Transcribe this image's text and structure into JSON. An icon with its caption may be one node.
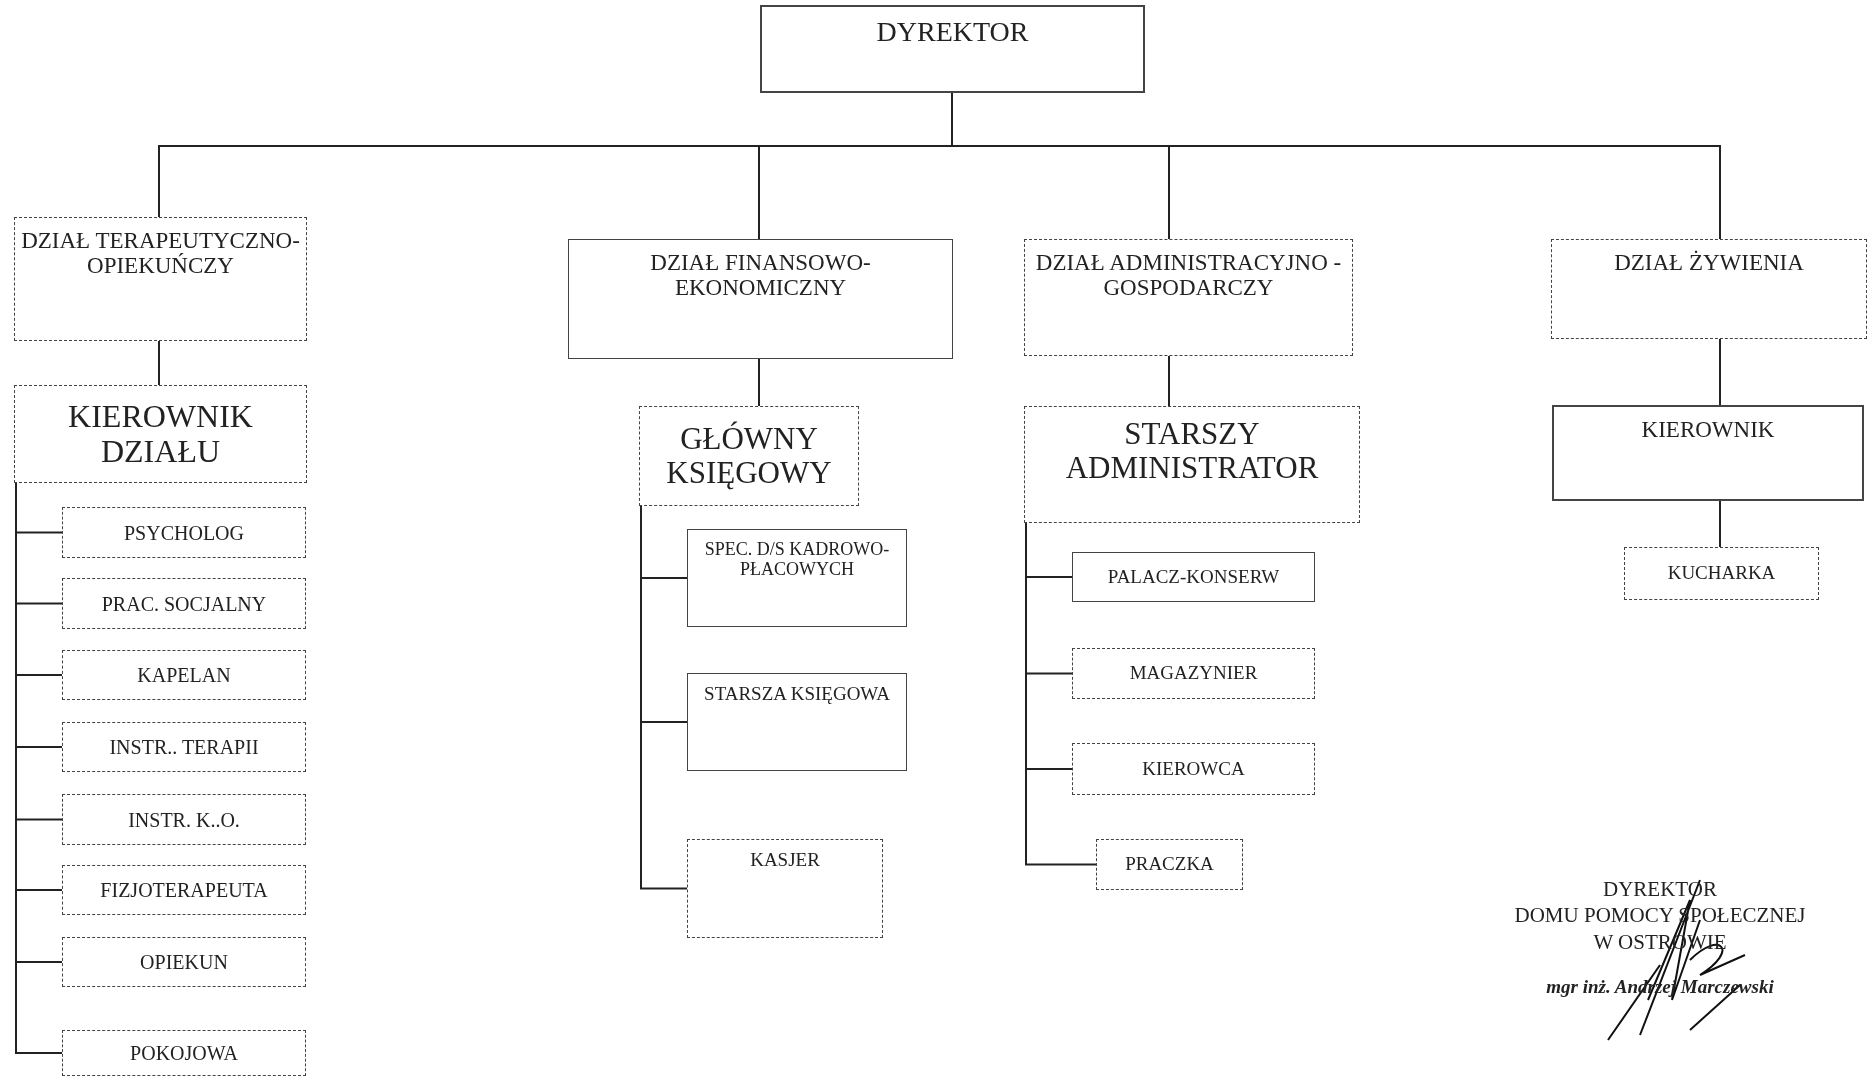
{
  "diagram": {
    "nodes": [
      {
        "text": [
          "DYREKTOR"
        ]
      },
      {
        "text": [
          "DZIAŁ TERAPEUTYCZNO-OPIEKUŃCZY"
        ]
      },
      {
        "text": [
          "DZIAŁ FINANSOWO-EKONOMICZNY"
        ]
      },
      {
        "text": [
          "DZIAŁ ADMINISTRACYJNO - GOSPODARCZY"
        ]
      },
      {
        "text": [
          "DZIAŁ ŻYWIENIA"
        ]
      },
      {
        "text": [
          "KIEROWNIK DZIAŁU"
        ]
      },
      {
        "text": [
          "PSYCHOLOG"
        ]
      },
      {
        "text": [
          "PRAC. SOCJALNY"
        ]
      },
      {
        "text": [
          "KAPELAN"
        ]
      },
      {
        "text": [
          "INSTR.. TERAPII"
        ]
      },
      {
        "text": [
          "INSTR. K..O."
        ]
      },
      {
        "text": [
          "FIZJOTERAPEUTA"
        ]
      },
      {
        "text": [
          "OPIEKUN"
        ]
      },
      {
        "text": [
          "POKOJOWA"
        ]
      },
      {
        "text": [
          "GŁÓWNY KSIĘGOWY"
        ]
      },
      {
        "text": [
          "SPEC. D/S KADROWO-PŁACOWYCH"
        ]
      },
      {
        "text": [
          "STARSZA KSIĘGOWA"
        ]
      },
      {
        "text": [
          "KASJER"
        ]
      },
      {
        "text": [
          "STARSZY ADMINISTRATOR"
        ]
      },
      {
        "text": [
          "PALACZ-KONSERW"
        ]
      },
      {
        "text": [
          "MAGAZYNIER"
        ]
      },
      {
        "text": [
          "KIEROWCA"
        ]
      },
      {
        "text": [
          "PRACZKA"
        ]
      },
      {
        "text": [
          "KIEROWNIK"
        ]
      },
      {
        "text": [
          "KUCHARKA"
        ]
      }
    ],
    "edges": [
      {
        "from": 0,
        "to": 1,
        "arrow": "none"
      },
      {
        "from": 0,
        "to": 2,
        "arrow": "none"
      },
      {
        "from": 0,
        "to": 3,
        "arrow": "none"
      },
      {
        "from": 0,
        "to": 4,
        "arrow": "none"
      },
      {
        "from": 1,
        "to": 5,
        "arrow": "none"
      },
      {
        "from": 5,
        "to": 6,
        "arrow": "none"
      },
      {
        "from": 5,
        "to": 7,
        "arrow": "none"
      },
      {
        "from": 5,
        "to": 8,
        "arrow": "none"
      },
      {
        "from": 5,
        "to": 9,
        "arrow": "none"
      },
      {
        "from": 5,
        "to": 10,
        "arrow": "none"
      },
      {
        "from": 5,
        "to": 11,
        "arrow": "none"
      },
      {
        "from": 5,
        "to": 12,
        "arrow": "none"
      },
      {
        "from": 5,
        "to": 13,
        "arrow": "none"
      },
      {
        "from": 2,
        "to": 14,
        "arrow": "none"
      },
      {
        "from": 14,
        "to": 15,
        "arrow": "none"
      },
      {
        "from": 14,
        "to": 16,
        "arrow": "none"
      },
      {
        "from": 14,
        "to": 17,
        "arrow": "none"
      },
      {
        "from": 3,
        "to": 18,
        "arrow": "none"
      },
      {
        "from": 18,
        "to": 19,
        "arrow": "none"
      },
      {
        "from": 18,
        "to": 20,
        "arrow": "none"
      },
      {
        "from": 18,
        "to": 21,
        "arrow": "none"
      },
      {
        "from": 18,
        "to": 22,
        "arrow": "none"
      },
      {
        "from": 4,
        "to": 23,
        "arrow": "none"
      },
      {
        "from": 23,
        "to": 24,
        "arrow": "none"
      }
    ],
    "labels": [
      "DYREKTOR",
      "DOMU POMOCY SPOŁECZNEJ",
      "W OSTROWIE",
      "mgr inż. Andrzej Marczewski"
    ]
  }
}
